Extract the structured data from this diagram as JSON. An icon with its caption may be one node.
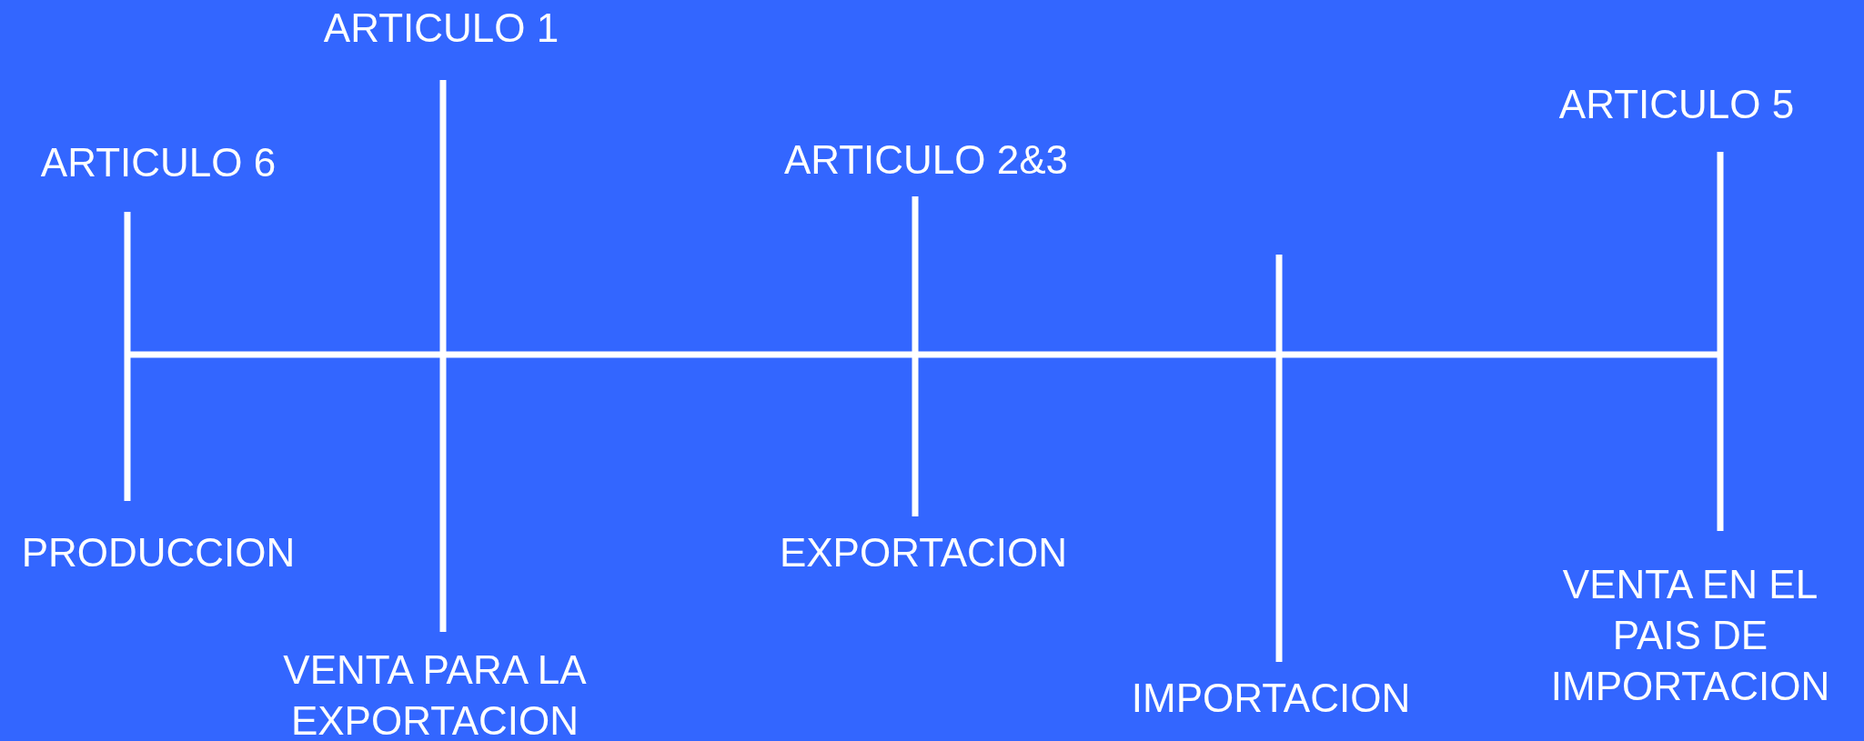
{
  "diagram": {
    "labels": [
      "ARTICULO 1",
      "ARTICULO 5",
      "ARTICULO 6",
      "ARTICULO 2&3",
      "PRODUCCION",
      "EXPORTACION",
      "VENTA EN EL PAIS DE IMPORTACION",
      "VENTA PARA LA EXPORTACION",
      "IMPORTACION"
    ]
  }
}
